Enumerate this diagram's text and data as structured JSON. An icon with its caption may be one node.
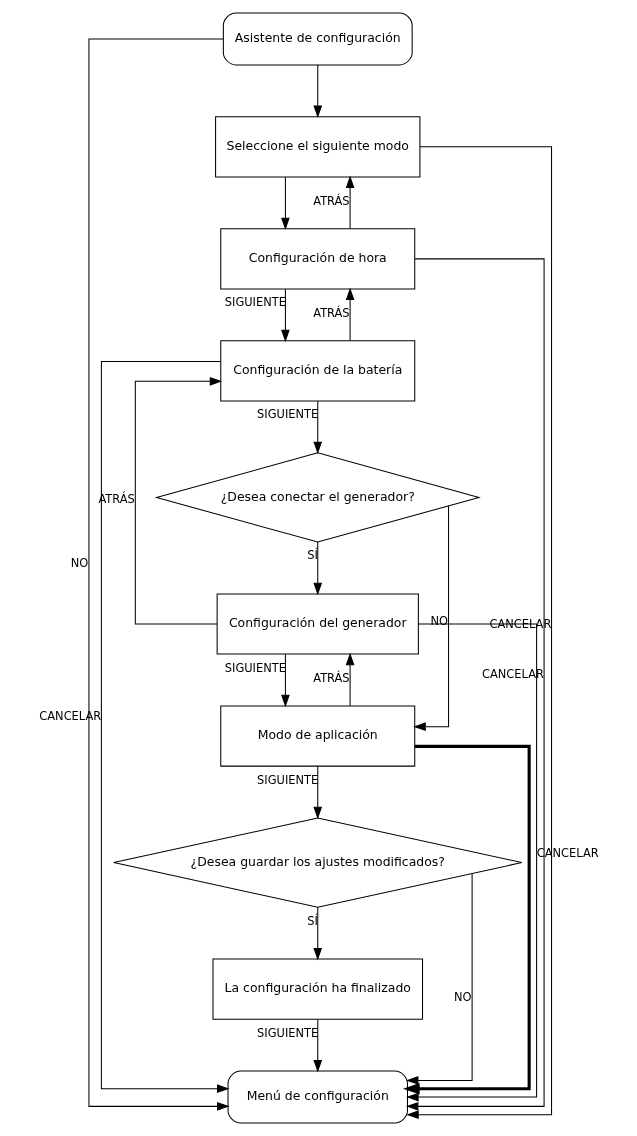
{
  "diagram": {
    "nodes": [
      {
        "text": [
          "Asistente de configuración"
        ]
      },
      {
        "text": [
          "Seleccione el siguiente modo"
        ]
      },
      {
        "text": [
          "Configuración de hora"
        ]
      },
      {
        "text": [
          "Configuración de la batería"
        ]
      },
      {
        "text": [
          "¿Desea conectar el generador?"
        ]
      },
      {
        "text": [
          "Configuración del generador"
        ]
      },
      {
        "text": [
          "Modo de aplicación"
        ]
      },
      {
        "text": [
          "¿Desea guardar los ajustes modificados?"
        ]
      },
      {
        "text": [
          "La configuración ha finalizado"
        ]
      },
      {
        "text": [
          "Menú de configuración"
        ]
      }
    ],
    "edges": [
      {
        "from": 0,
        "to": 1,
        "arrow": "to"
      },
      {
        "from": 1,
        "to": 2,
        "arrow": "to"
      },
      {
        "from": 2,
        "to": 3,
        "arrow": "to",
        "label": "SIGUIENTE"
      },
      {
        "from": 3,
        "to": 4,
        "arrow": "to",
        "label": "SIGUIENTE"
      },
      {
        "from": 4,
        "to": 5,
        "arrow": "to",
        "label": "SÍ"
      },
      {
        "from": 5,
        "to": 6,
        "arrow": "to",
        "label": "SIGUIENTE"
      },
      {
        "from": 6,
        "to": 7,
        "arrow": "to",
        "label": "SIGUIENTE"
      },
      {
        "from": 7,
        "to": 8,
        "arrow": "to",
        "label": "SÍ"
      },
      {
        "from": 8,
        "to": 9,
        "arrow": "to",
        "label": "SIGUIENTE"
      },
      {
        "from": 2,
        "to": 1,
        "arrow": "to",
        "label": "ATRÁS"
      },
      {
        "from": 3,
        "to": 2,
        "arrow": "to",
        "label": "ATRÁS"
      },
      {
        "from": 5,
        "to": 3,
        "arrow": "to",
        "label": "ATRÁS"
      },
      {
        "from": 6,
        "to": 5,
        "arrow": "to",
        "label": "ATRÁS"
      },
      {
        "from": 4,
        "to": 6,
        "arrow": "to",
        "label": "NO"
      },
      {
        "from": 0,
        "to": 9,
        "arrow": "to",
        "label": "NO"
      },
      {
        "from": 1,
        "to": 9,
        "arrow": "to",
        "label": "CANCELAR"
      },
      {
        "from": 2,
        "to": 9,
        "arrow": "to",
        "label": "CANCELAR"
      },
      {
        "from": 3,
        "to": 9,
        "arrow": "to",
        "label": "CANCELAR"
      },
      {
        "from": 5,
        "to": 9,
        "arrow": "to",
        "label": "CANCELAR"
      },
      {
        "from": 6,
        "to": 9,
        "arrow": "to",
        "style": "thick"
      },
      {
        "from": 7,
        "to": 9,
        "arrow": "to",
        "label": "NO"
      }
    ]
  }
}
